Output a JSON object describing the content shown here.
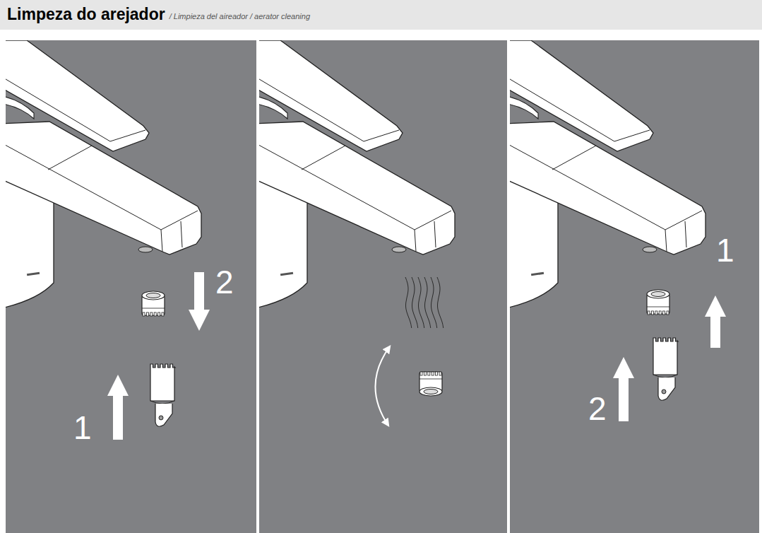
{
  "diagram": {
    "title": "Limpeza do arejador",
    "labels": [
      "/ Limpieza del aireador / aerator cleaning",
      "2",
      "1",
      "1",
      "2"
    ]
  }
}
